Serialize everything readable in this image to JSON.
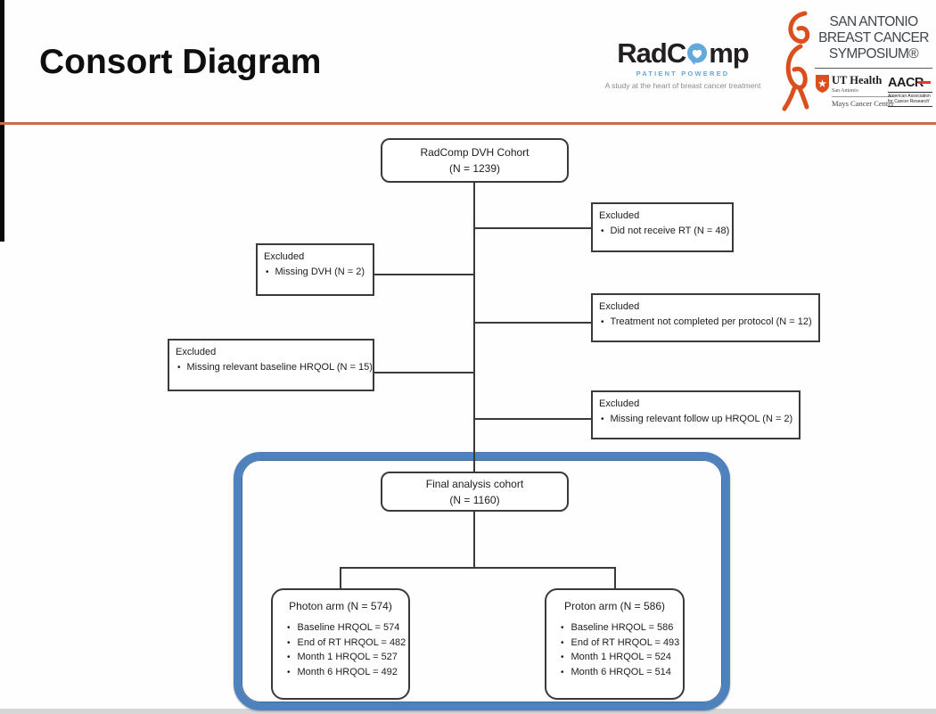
{
  "slide": {
    "title": "Consort Diagram"
  },
  "logos": {
    "radcomp": {
      "word_pre": "RadC",
      "word_post": "mp",
      "subtitle": "PATIENT POWERED",
      "tagline": "A study at the heart of breast cancer treatment"
    },
    "sabcs": {
      "line1": "SAN ANTONIO",
      "line2": "BREAST CANCER",
      "line3": "SYMPOSIUM®",
      "ut_health": "UT Health",
      "ut_city": "San Antonio",
      "ut_center": "Mays Cancer Center",
      "aacr": "AACR",
      "aacr_sub": "American Association for Cancer Research'"
    }
  },
  "flowchart": {
    "top_box": {
      "line1": "RadComp DVH Cohort",
      "line2": "(N = 1239)"
    },
    "exclusions": [
      {
        "title": "Excluded",
        "item": "Did not receive RT (N = 48)"
      },
      {
        "title": "Excluded",
        "item": "Missing DVH (N = 2)"
      },
      {
        "title": "Excluded",
        "item": "Treatment not completed per protocol (N = 12)"
      },
      {
        "title": "Excluded",
        "item": "Missing relevant baseline HRQOL (N = 15)"
      },
      {
        "title": "Excluded",
        "item": "Missing relevant follow up HRQOL  (N = 2)"
      }
    ],
    "final_box": {
      "line1": "Final analysis cohort",
      "line2": "(N = 1160)"
    },
    "arms": [
      {
        "title": "Photon arm (N = 574)",
        "bullets": [
          "Baseline HRQOL  = 574",
          "End of RT HRQOL = 482",
          "Month 1 HRQOL = 527",
          "Month 6 HRQOL = 492"
        ]
      },
      {
        "title": "Proton arm (N = 586)",
        "bullets": [
          "Baseline HRQOL = 586",
          "End of RT HRQOL = 493",
          "Month 1 HRQOL = 524",
          "Month 6 HRQOL = 514"
        ]
      }
    ]
  },
  "colors": {
    "accent_orange": "#c96b4e",
    "highlight_blue": "#4f81bd",
    "radcomp_blue": "#62a9dc",
    "ribbon_orange": "#d94f1e"
  }
}
